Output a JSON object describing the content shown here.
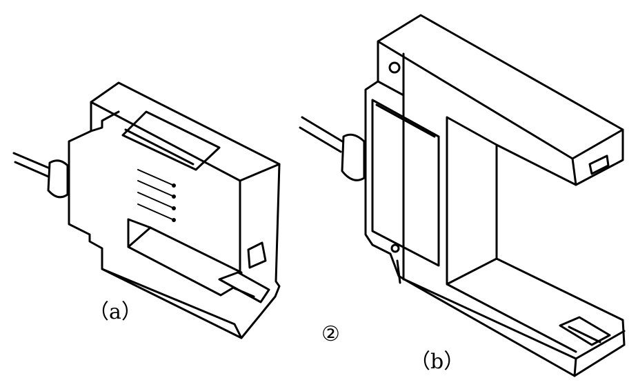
{
  "labels": {
    "a": "（a）",
    "b": "（b）",
    "circled": "②"
  },
  "colors": {
    "stroke": "#000000",
    "background": "#ffffff"
  }
}
